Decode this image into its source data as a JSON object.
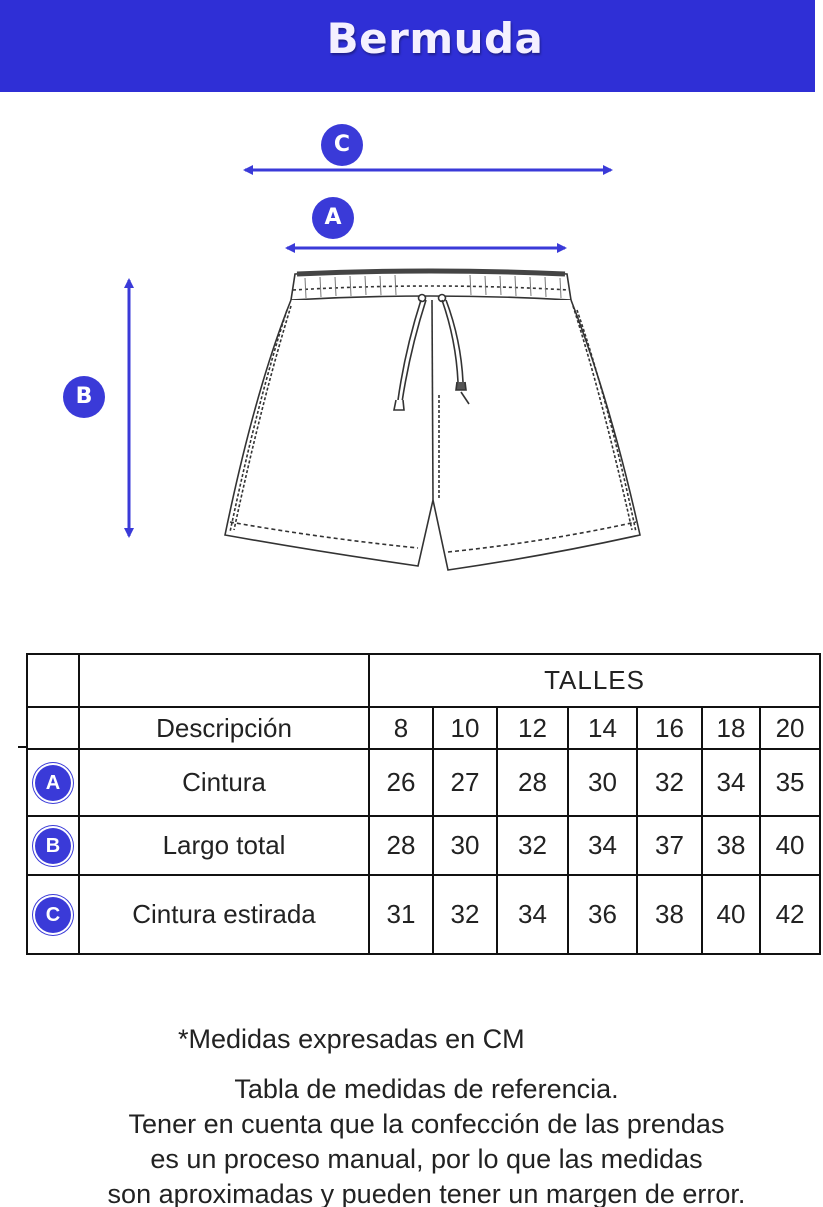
{
  "header": {
    "title": "Bermuda",
    "background_color": "#2f2fd6"
  },
  "diagram": {
    "badges": {
      "a": "A",
      "b": "B",
      "c": "C"
    },
    "accent_color": "#3a3ad8",
    "icons": [
      "double-arrow-horizontal-icon",
      "double-arrow-vertical-icon",
      "shorts-illustration"
    ]
  },
  "table": {
    "group_header": "TALLES",
    "description_header": "Descripción",
    "sizes": [
      "8",
      "10",
      "12",
      "14",
      "16",
      "18",
      "20"
    ],
    "rows": [
      {
        "badge": "A",
        "label": "Cintura",
        "values": [
          "26",
          "27",
          "28",
          "30",
          "32",
          "34",
          "35"
        ]
      },
      {
        "badge": "B",
        "label": "Largo total",
        "values": [
          "28",
          "30",
          "32",
          "34",
          "37",
          "38",
          "40"
        ]
      },
      {
        "badge": "C",
        "label": "Cintura estirada",
        "values": [
          "31",
          "32",
          "34",
          "36",
          "38",
          "40",
          "42"
        ]
      }
    ]
  },
  "notes": {
    "unit": "*Medidas expresadas en CM",
    "disclaimer": [
      "Tabla de medidas de referencia.",
      "Tener en cuenta que la confección de las prendas",
      "es un proceso manual, por lo que las medidas",
      "son aproximadas y pueden tener un margen de error."
    ]
  }
}
